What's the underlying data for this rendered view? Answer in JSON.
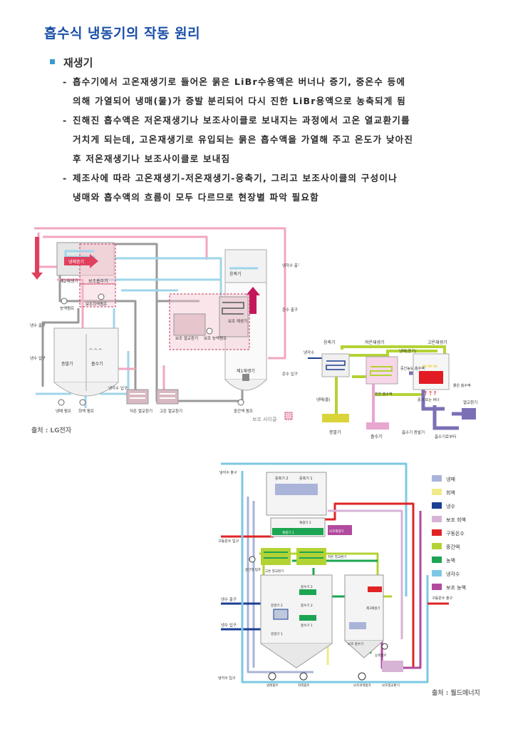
{
  "page": {
    "title": "흡수식 냉동기의 작동 원리",
    "section": "재생기",
    "lines": [
      {
        "dash": "-",
        "text": "흡수기에서 고온재생기로 들어온 묽은 LiBr수용액은 버너나 증기, 중온수 등에"
      },
      {
        "dash": "",
        "text": "의해 가열되어 냉매(물)가 증발 분리되어 다시 진한 LiBr용액으로 농축되게 됨"
      },
      {
        "dash": "-",
        "text": "진해진 흡수액은 저온재생기나 보조사이클로 보내지는 과정에서 고온 열교환기를"
      },
      {
        "dash": "",
        "text": "거치게 되는데, 고온재생기로 유입되는 묽은 흡수액을 가열해 주고 온도가 낮아진"
      },
      {
        "dash": "",
        "text": "후 저온재생기나 보조사이클로 보내짐"
      },
      {
        "dash": "-",
        "text": "제조사에 따라 고온재생기-저온재생기-응축기, 그리고 보조사이클의 구성이나"
      },
      {
        "dash": "",
        "text": "냉매와 흡수액의 흐름이 모두 다르므로 현장별 파악 필요함"
      }
    ]
  },
  "diagram1": {
    "source": "출처 : LG전자",
    "labels": {
      "coolant_vapor": "냉매증기",
      "second_gen": "제2재생기",
      "aux_absorber": "보조흡수기",
      "solution_pump": "농액펌프",
      "aux_dilute_pump": "보조희액펌프",
      "condenser": "응축기",
      "chilled_out": "냉각수\n출구",
      "aux_hx": "보조\n열교환기",
      "aux_conc_pump": "보조\n농액펌프",
      "aux_gen": "보조\n재생기",
      "hot_out": "온수\n출구",
      "hot_in": "온수\n입구",
      "first_gen": "제1재생기",
      "chw_out": "냉수\n출구",
      "chw_in": "냉수\n입구",
      "evaporator": "증발기",
      "absorber": "흡수기",
      "cw_in": "냉각수\n입구",
      "refrig_pump": "냉매\n펌프",
      "dilute_pump": "희액\n펌프",
      "low_hx": "저온\n열교환기",
      "high_hx": "고온\n열교환기",
      "mid_pump": "중간액\n펌프",
      "aux_cycle": "보조 사이클",
      "refrig_vapor_flow": "냉매증기"
    }
  },
  "diagram2": {
    "labels": {
      "condenser": "응축기",
      "low_gen": "저온재생기",
      "vapor": "냉매(증기)",
      "high_gen": "고온재생기",
      "cooling_water": "냉각수",
      "mid_conc": "중간농도\n흡수액",
      "dilute": "묽은\n흡수액",
      "refrig_water": "냉매(물)",
      "conc": "진한\n흡수액",
      "heat_source": "증기,또는 버너",
      "hx": "열교환기",
      "evaporator": "증발기",
      "absorber": "흡수기",
      "abs_to_evap": "흡수기 증발기",
      "from_abs": "흡수기로부터"
    }
  },
  "diagram3": {
    "source": "출처 : 월드에너지",
    "labels": {
      "cw_out": "냉각수\n출구",
      "condenser2": "응축기 2",
      "condenser1": "응축기 1",
      "hot_in": "구동온수\n입구",
      "gen2": "재생기 2",
      "gen1": "재생기 1",
      "aux_gen": "보조재생기",
      "mid_pump": "중간액\n펌프",
      "high_hx": "고온 열교환기",
      "low_hx": "저온 열교환기",
      "absorber2": "흡수기 2",
      "chw_out": "냉수 출구",
      "evap2": "증발기 2",
      "absorber_b": "흡수기 2",
      "chw_in": "냉수 입구",
      "absorber1": "흡수기 1",
      "evap1": "증발기 1",
      "aux_absorber": "보조 흡수기",
      "third_gen": "제3재생기",
      "hot_out": "구동온수\n출구",
      "conc_pump": "농액펌프",
      "cw_in": "냉각수\n입구",
      "refrig_pump": "냉매펌프",
      "dilute_pump": "희액펌프",
      "aux_dilute_pump": "보조희액펌프",
      "aux_hx": "보조열교환기"
    },
    "legend": [
      {
        "label": "냉매",
        "color": "#aab4d8"
      },
      {
        "label": "희액",
        "color": "#f0ea8a"
      },
      {
        "label": "냉수",
        "color": "#1b3f93"
      },
      {
        "label": "보조 희액",
        "color": "#d7b3d6"
      },
      {
        "label": "구동온수",
        "color": "#e02424"
      },
      {
        "label": "중간액",
        "color": "#b3d334"
      },
      {
        "label": "농액",
        "color": "#1ca552"
      },
      {
        "label": "냉각수",
        "color": "#7cc8e4"
      },
      {
        "label": "보조 농액",
        "color": "#b24a9e"
      }
    ]
  }
}
